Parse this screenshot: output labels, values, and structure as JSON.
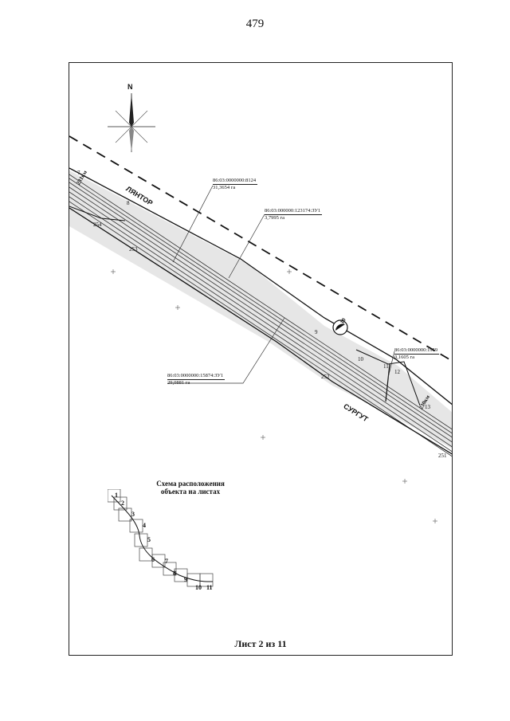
{
  "page_number": "479",
  "map": {
    "north_label": "N",
    "cities": {
      "top": "ЛЯНТОР",
      "bottom": "СУРГУТ"
    },
    "km_marks": {
      "start": "231км",
      "end": "230км"
    },
    "points": [
      "7",
      "8",
      "9",
      "10",
      "11",
      "12",
      "13",
      "251",
      "252",
      "253",
      "254"
    ],
    "parcels": [
      {
        "number": "86:03:0000000:8124",
        "area": "31,3654 га"
      },
      {
        "number": "86:03:000000:123174:ЗУ1",
        "area": "3,7995 га"
      },
      {
        "number": "86:03:0000000:15874:ЗУ1",
        "area": "29,0881 га"
      },
      {
        "number": "86:03:0000000:1959",
        "area": "0,1605 га"
      }
    ],
    "marker_label": "10"
  },
  "scheme": {
    "title_line1": "Схема расположения",
    "title_line2": "объекта на листах",
    "sheets": [
      "1",
      "2",
      "3",
      "4",
      "5",
      "6",
      "7",
      "8",
      "9",
      "10",
      "11"
    ]
  },
  "sheet_label": "Лист 2 из 11"
}
